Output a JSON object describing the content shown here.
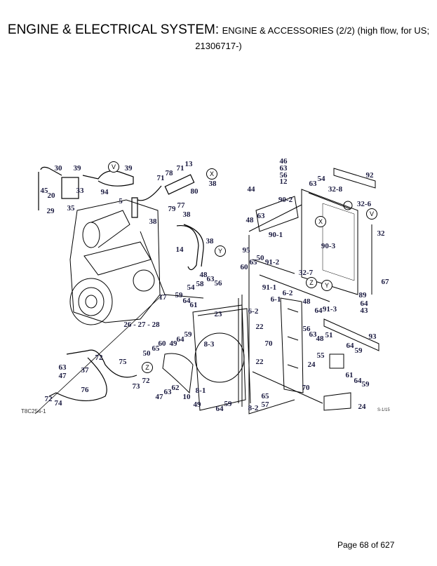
{
  "header": {
    "title_main": "ENGINE & ELECTRICAL SYSTEM:",
    "title_sub": "ENGINE & ACCESSORIES (2/2) (high flow, for US;",
    "title_sub2": "21306717-)"
  },
  "diagram": {
    "callouts": [
      "30",
      "39",
      "39",
      "45",
      "20",
      "33",
      "94",
      "35",
      "29",
      "5",
      "13",
      "71",
      "78",
      "71",
      "80",
      "38",
      "77",
      "79",
      "38",
      "38",
      "14",
      "38",
      "48",
      "63",
      "56",
      "54",
      "58",
      "46",
      "63",
      "56",
      "12",
      "54",
      "63",
      "44",
      "92",
      "32-8",
      "32-6",
      "90-2",
      "48",
      "63",
      "90-1",
      "90-3",
      "32",
      "95",
      "60",
      "65",
      "50",
      "91-2",
      "32-7",
      "67",
      "91-1",
      "6-2",
      "6-1",
      "89",
      "48",
      "64",
      "91-3",
      "64",
      "43",
      "6-2",
      "22",
      "56",
      "63",
      "48",
      "51",
      "93",
      "70",
      "64",
      "59",
      "55",
      "24",
      "22",
      "61",
      "64",
      "59",
      "70",
      "65",
      "57",
      "8-2",
      "24",
      "17",
      "59",
      "64",
      "61",
      "23",
      "26 - 27 - 28",
      "50",
      "65",
      "60",
      "49",
      "64",
      "59",
      "8-3",
      "72",
      "75",
      "63",
      "37",
      "47",
      "73",
      "72",
      "47",
      "63",
      "62",
      "10",
      "8-1",
      "76",
      "72",
      "74",
      "49",
      "64",
      "59"
    ],
    "connectors": [
      "V",
      "X",
      "Y",
      "V",
      "X",
      "Z",
      "Y",
      "Z"
    ],
    "figure_code": "T8C254-1",
    "sheet_code": "S-1/15"
  },
  "footer": {
    "page": "Page 68 of 627"
  }
}
